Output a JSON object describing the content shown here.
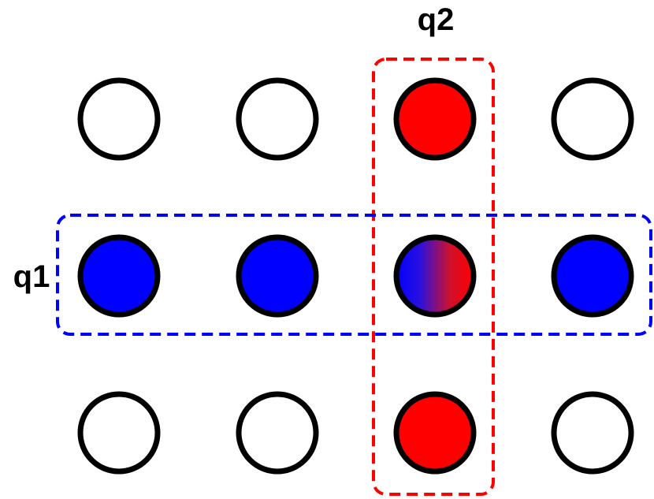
{
  "labels": {
    "q1": "q1",
    "q2": "q2"
  },
  "grid": {
    "rows": 3,
    "columns": 4,
    "cells": [
      [
        "empty",
        "empty",
        "q2",
        "empty"
      ],
      [
        "q1",
        "q1",
        "q1+q2",
        "q1"
      ],
      [
        "empty",
        "empty",
        "q2",
        "empty"
      ]
    ]
  },
  "groups": [
    {
      "name": "q1",
      "orientation": "row",
      "index": 1,
      "color": "#0000ff"
    },
    {
      "name": "q2",
      "orientation": "column",
      "index": 2,
      "color": "#ff0000"
    }
  ],
  "colors": {
    "q1_fill": "#0000ff",
    "q2_fill": "#ff0000",
    "empty_fill": "#ffffff",
    "outline": "#000000"
  }
}
